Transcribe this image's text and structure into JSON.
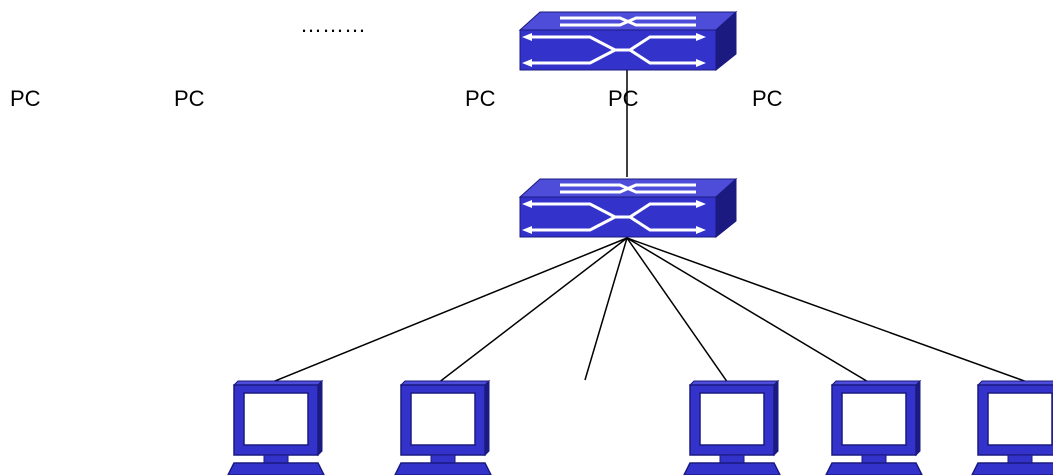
{
  "labels": {
    "pc_1": "PC",
    "pc_2": "PC",
    "pc_3": "PC",
    "pc_4": "PC",
    "pc_5": "PC",
    "ellipsis": "………"
  },
  "colors": {
    "device_fill": "#3333cc",
    "device_dark": "#1a1a80",
    "device_side": "#2626a6",
    "screen": "#ffffff",
    "line": "#000000",
    "arrow": "#ffffff"
  },
  "icons": {
    "switch": "network-switch-icon",
    "pc": "pc-computer-icon"
  }
}
